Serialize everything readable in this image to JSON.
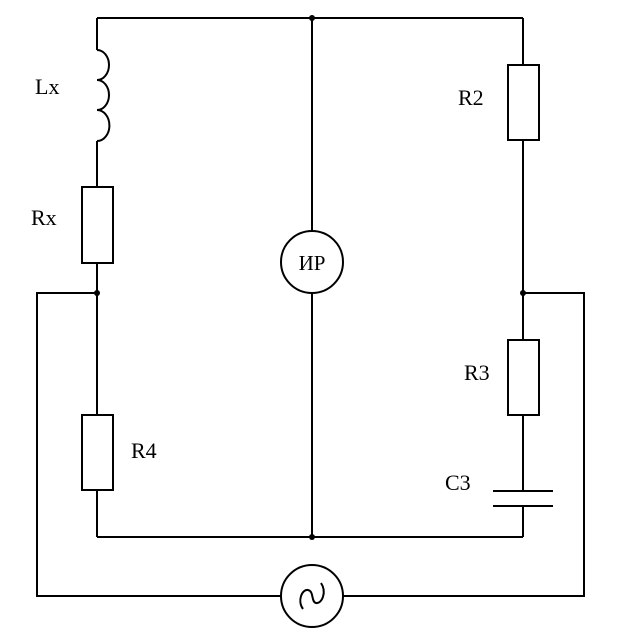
{
  "diagram": {
    "labels": {
      "lx": "Lx",
      "rx": "Rx",
      "r2": "R2",
      "r3": "R3",
      "r4": "R4",
      "c3": "C3"
    },
    "meter": {
      "label": "ИР"
    },
    "source": {
      "symbol": "ac-sine-icon"
    },
    "colors": {
      "line": "#000000",
      "background": "#ffffff"
    }
  }
}
